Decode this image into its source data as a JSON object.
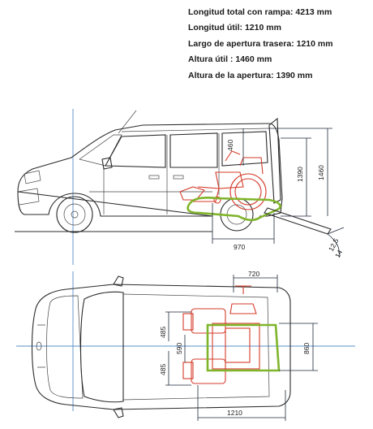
{
  "specs": [
    "Longitud total con rampa: 4213 mm",
    "Longitud útil: 1210 mm",
    "Largo de apertura trasera: 1210 mm",
    "Altura útil : 1460 mm",
    "Altura de la apertura: 1390 mm"
  ],
  "side_dims": {
    "roof_gap": "460",
    "opening_height": "1390",
    "interior_height": "1460",
    "floor_length": "970",
    "ramp_angle_a": "12,5",
    "ramp_angle_b": "14"
  },
  "top_dims": {
    "rear_width": "720",
    "seat_top": "485",
    "center": "590",
    "seat_bottom": "485",
    "width_860": "860",
    "length_1210": "1210"
  },
  "colors": {
    "vehicle": "#2b2b2b",
    "wheelchair": "#d43b2a",
    "ramp_outline": "#7fb52a",
    "axis": "#5b8fc9"
  }
}
